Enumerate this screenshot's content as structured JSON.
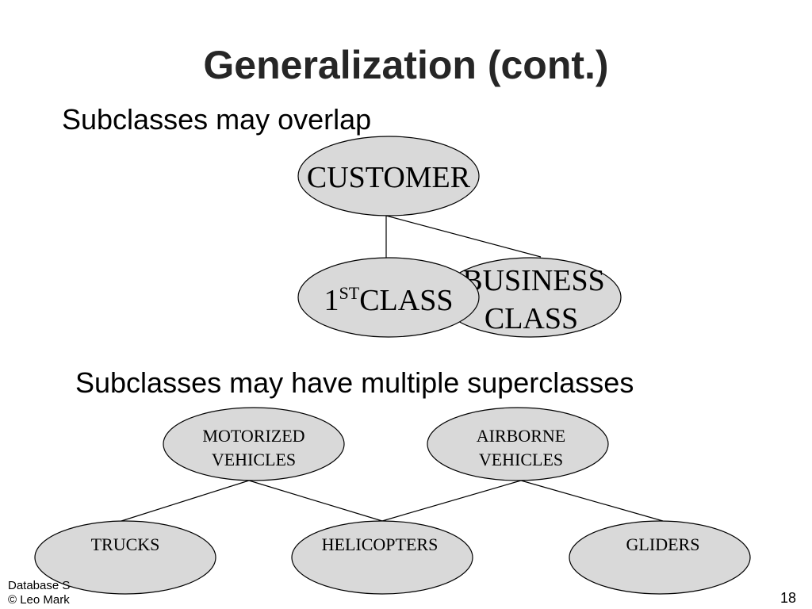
{
  "slide": {
    "title": "Generalization (cont.)",
    "bullet_1": "Subclasses may overlap",
    "bullet_2": "Subclasses may have multiple superclasses",
    "footer_line_1": "Database S",
    "footer_line_2": "© Leo Mark",
    "page_number": "18"
  },
  "diagram_overlap": {
    "superclass": "CUSTOMER",
    "subclass_1": {
      "base": "1",
      "superscript": "ST",
      "rest": "CLASS"
    },
    "subclass_2": {
      "line_1": "BUSINESS",
      "line_2": "CLASS"
    }
  },
  "diagram_multiple": {
    "superclass_1": {
      "line_1": "MOTORIZED",
      "line_2": "VEHICLES"
    },
    "superclass_2": {
      "line_1": "AIRBORNE",
      "line_2": "VEHICLES"
    },
    "subclass_1": "TRUCKS",
    "subclass_2": "HELICOPTERS",
    "subclass_3": "GLIDERS"
  },
  "colors": {
    "node_fill": "#d9d9d9",
    "stroke": "#000000",
    "title": "#262626"
  }
}
